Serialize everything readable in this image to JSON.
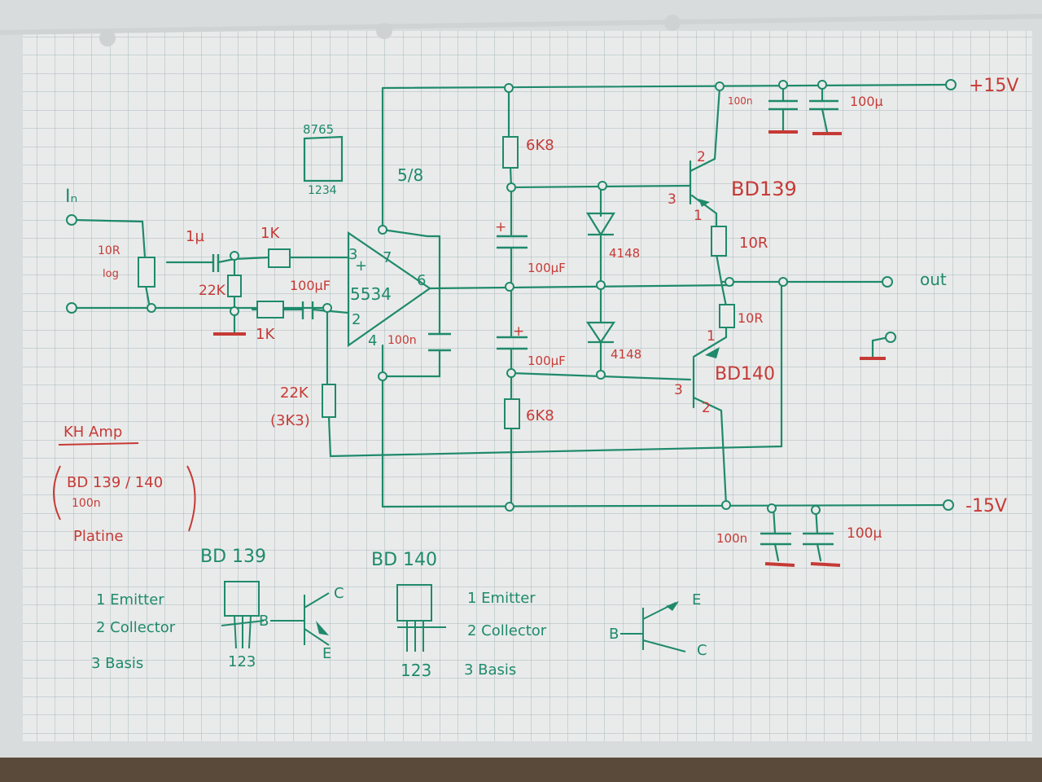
{
  "colors": {
    "ink_green": "#1f8a6b",
    "ink_red": "#c63a36",
    "paper": "#e9ebea",
    "grid": "#a9b7bf",
    "desk": "#5a4a3a"
  },
  "labels": {
    "input": "Iₙ",
    "plus15": "+15V",
    "minus15": "-15V",
    "out": "out",
    "opamp": "5534",
    "pin3": "3",
    "pin2": "2",
    "pin4": "4",
    "pin7": "7",
    "pin6": "6",
    "plus_sign": "+",
    "pins_top": "8765",
    "pins_bottom": "1234",
    "dip_label": "5/8",
    "pot": "10R",
    "pot_log": "log",
    "c_1u": "1µ",
    "r_22k_input": "22K",
    "r_1k_top": "1K",
    "r_1k_bottom": "1K",
    "c_100uf_fb": "100µF",
    "c_100n_op": "100n",
    "r_22k_fb": "22K",
    "r_3k3": "(3K3)",
    "r_6k8_top": "6K8",
    "r_6k8_bottom": "6K8",
    "c_100uf_top": "100µF",
    "c_100uf_bottom": "100µF",
    "d_top": "4148",
    "d_bottom": "4148",
    "q_top": "BD139",
    "q_bottom": "BD140",
    "q_top_pin2": "2",
    "q_top_pin3": "3",
    "q_top_pin1": "1",
    "q_bot_pin1": "1",
    "q_bot_pin3": "3",
    "q_bot_pin2": "2",
    "r_10r_top": "10R",
    "r_10r_bottom": "10R",
    "c_100n_top": "100n",
    "c_100u_top": "100µ",
    "c_100n_bottom": "100n",
    "c_100u_bottom": "100µ",
    "note_title": "KH Amp",
    "note_line1": "BD 139 / 140",
    "note_line2": "100n",
    "note_line3": "Platine",
    "bd139_title": "BD 139",
    "bd140_title": "BD 140",
    "bd139_pins": "123",
    "bd140_pins": "123",
    "left_list": [
      "1 Emitter",
      "2 Collector",
      "3 Basis"
    ],
    "right_list": [
      "1 Emitter",
      "2 Collector",
      "3 Basis"
    ],
    "sym_b": "B",
    "sym_c": "C",
    "sym_e": "E"
  }
}
